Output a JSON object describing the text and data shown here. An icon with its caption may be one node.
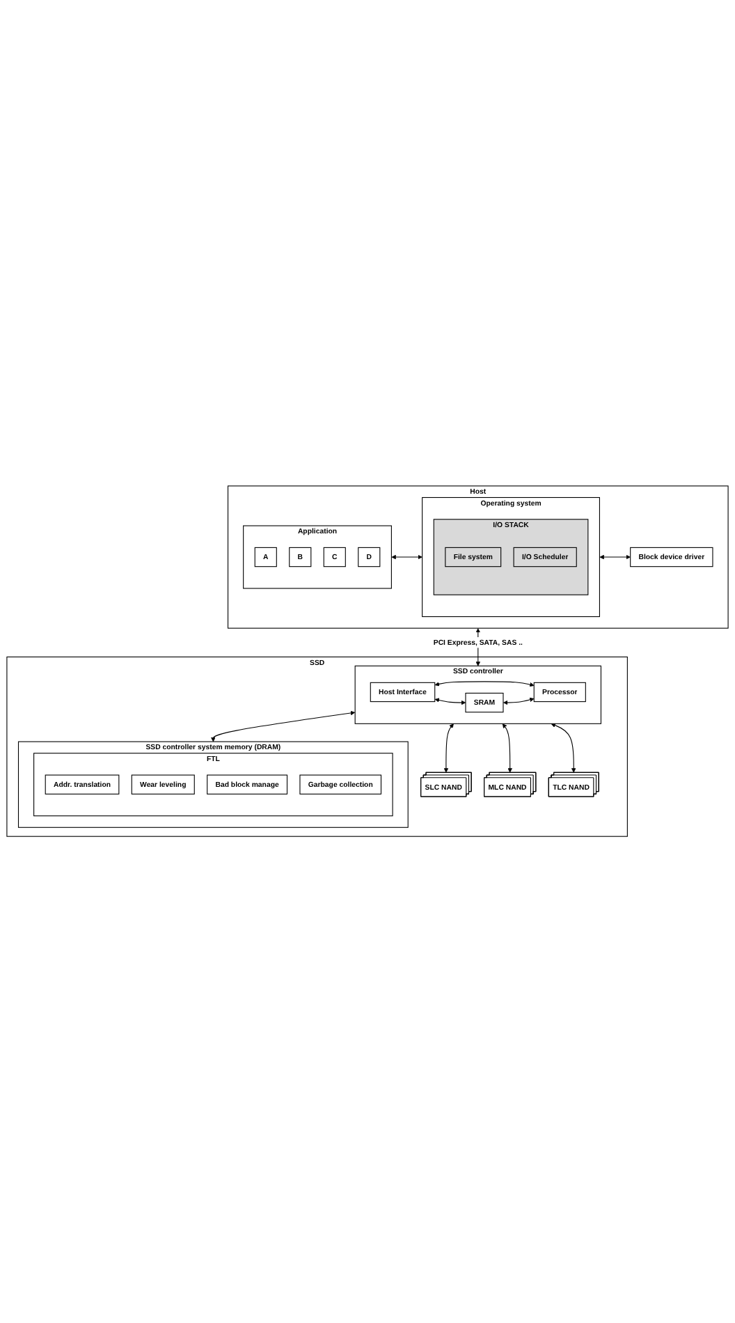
{
  "diagram": {
    "nodes": [
      {
        "text": [
          "Host"
        ]
      },
      {
        "text": [
          "Application"
        ],
        "in": 0
      },
      {
        "text": [
          "A"
        ],
        "in": 1
      },
      {
        "text": [
          "B"
        ],
        "in": 1
      },
      {
        "text": [
          "C"
        ],
        "in": 1
      },
      {
        "text": [
          "D"
        ],
        "in": 1
      },
      {
        "text": [
          "Operating system"
        ],
        "in": 0
      },
      {
        "text": [
          "I/O STACK"
        ],
        "in": 6
      },
      {
        "text": [
          "File system"
        ],
        "in": 7
      },
      {
        "text": [
          "I/O Scheduler"
        ],
        "in": 7
      },
      {
        "text": [
          "Block device driver"
        ],
        "in": 0
      },
      {
        "text": [
          "SSD"
        ]
      },
      {
        "text": [
          "SSD controller"
        ],
        "in": 11
      },
      {
        "text": [
          "Host  Interface"
        ],
        "in": 12
      },
      {
        "text": [
          "SRAM"
        ],
        "in": 12
      },
      {
        "text": [
          "Processor"
        ],
        "in": 12
      },
      {
        "text": [
          "SLC NAND"
        ],
        "in": 11
      },
      {
        "text": [
          "MLC NAND"
        ],
        "in": 11
      },
      {
        "text": [
          "TLC NAND"
        ],
        "in": 11
      },
      {
        "text": [
          "SSD controller system memory (DRAM)"
        ],
        "in": 11
      },
      {
        "text": [
          "FTL"
        ],
        "in": 19
      },
      {
        "text": [
          "Addr. translation"
        ],
        "in": 20
      },
      {
        "text": [
          "Wear leveling"
        ],
        "in": 20
      },
      {
        "text": [
          "Bad block manage"
        ],
        "in": 20
      },
      {
        "text": [
          "Garbage collection"
        ],
        "in": 20
      }
    ],
    "edges": [
      {
        "from": 1,
        "to": 6,
        "arrow": "both"
      },
      {
        "from": 6,
        "to": 10,
        "arrow": "both"
      },
      {
        "from": 0,
        "to": 12,
        "arrow": "both",
        "label": "PCI Express, SATA, SAS .."
      },
      {
        "from": 13,
        "to": 14,
        "arrow": "both"
      },
      {
        "from": 13,
        "to": 15,
        "arrow": "both"
      },
      {
        "from": 14,
        "to": 15,
        "arrow": "both"
      },
      {
        "from": 12,
        "to": 16,
        "arrow": "both"
      },
      {
        "from": 12,
        "to": 17,
        "arrow": "both"
      },
      {
        "from": 12,
        "to": 18,
        "arrow": "both"
      },
      {
        "from": 12,
        "to": 19,
        "arrow": "both"
      }
    ]
  }
}
